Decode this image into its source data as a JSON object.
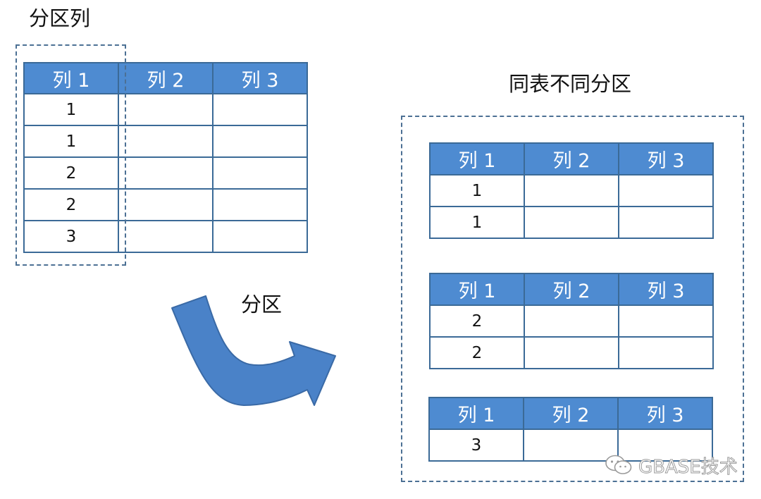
{
  "partition_column_label": "分区列",
  "partition_arrow_label": "分区",
  "partitions_title": "同表不同分区",
  "headers": [
    "列 1",
    "列 2",
    "列 3"
  ],
  "source_table": {
    "rows": [
      [
        "1",
        "",
        ""
      ],
      [
        "1",
        "",
        ""
      ],
      [
        "2",
        "",
        ""
      ],
      [
        "2",
        "",
        ""
      ],
      [
        "3",
        "",
        ""
      ]
    ]
  },
  "partitions": [
    {
      "rows": [
        [
          "1",
          "",
          ""
        ],
        [
          "1",
          "",
          ""
        ]
      ]
    },
    {
      "rows": [
        [
          "2",
          "",
          ""
        ],
        [
          "2",
          "",
          ""
        ]
      ]
    },
    {
      "rows": [
        [
          "3",
          "",
          ""
        ]
      ]
    }
  ],
  "watermark": "GBASE技术",
  "colors": {
    "header_fill": "#4e8bd1",
    "table_border": "#3b6a97",
    "dashed_border": "#4c7094",
    "arrow_fill": "#4a82c8",
    "arrow_stroke": "#3a6aa6"
  }
}
